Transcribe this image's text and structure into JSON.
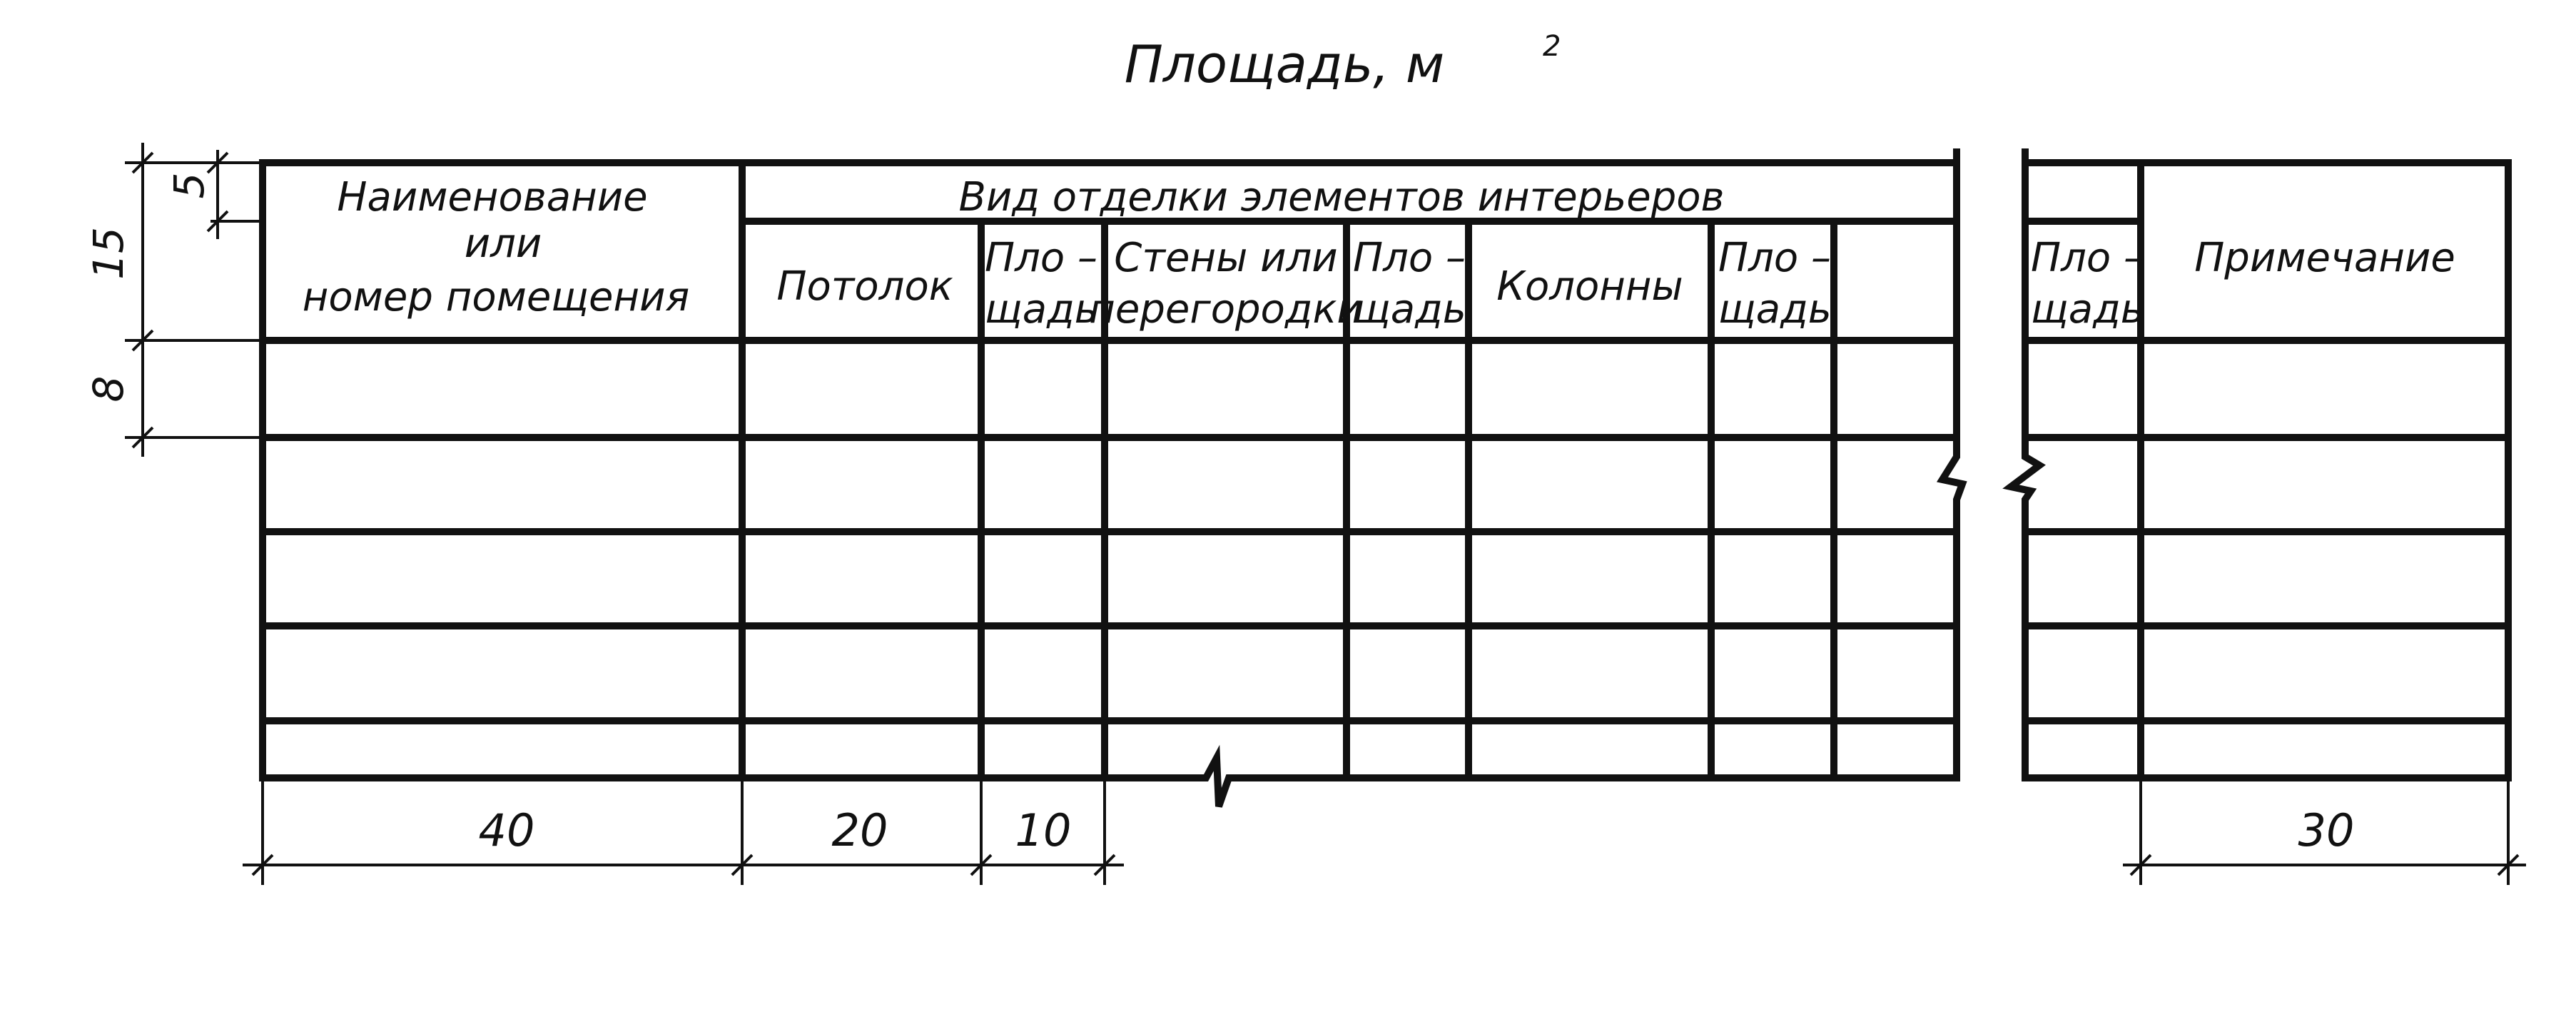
{
  "title": {
    "text": "Площадь, м",
    "superscript": "2"
  },
  "table": {
    "col_name_header": [
      "Наименование",
      "или",
      "номер помещения"
    ],
    "group_header": "Вид отделки элементов интерьеров",
    "col_ceiling": "Потолок",
    "col_area_1": [
      "Пло –",
      "щадь"
    ],
    "col_walls": [
      "Стены или",
      "перегородки"
    ],
    "col_area_2": [
      "Пло –",
      "щадь"
    ],
    "col_columns": "Колонны",
    "col_area_3": [
      "Пло –",
      "щадь"
    ],
    "col_area_4": [
      "Пло –",
      "щадь"
    ],
    "col_note": "Примечание"
  },
  "dimensions": {
    "row_header_total": "15",
    "row_header_top": "5",
    "row_body": "8",
    "col_name_width": "40",
    "col_ceiling_width": "20",
    "col_area_width": "10",
    "col_note_width": "30"
  },
  "colors": {
    "line": "#111111",
    "background": "#ffffff"
  }
}
